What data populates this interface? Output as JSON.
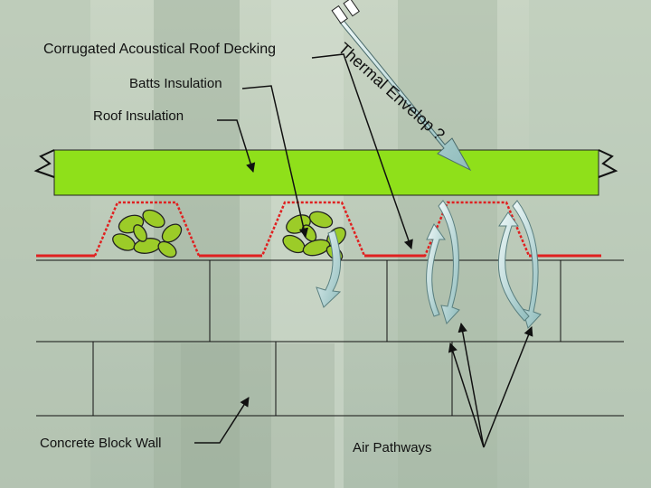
{
  "labels": {
    "decking": "Corrugated Acoustical Roof Decking",
    "batts": "Batts Insulation",
    "roof_insulation": "Roof Insulation",
    "block_wall": "Concrete Block Wall",
    "air_pathways": "Air Pathways",
    "thermal_envelope": "Thermal Envelop ?"
  },
  "colors": {
    "insulation_board": "#8fe01a",
    "decking_line": "#e02020",
    "batts": "#9ccc28",
    "leader_lines": "#111111",
    "airflow_arrows": "#b9dcdc",
    "background_tint": "#c8d6c4"
  }
}
